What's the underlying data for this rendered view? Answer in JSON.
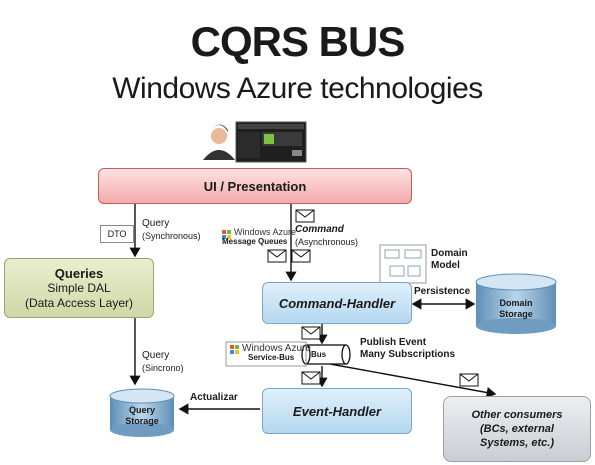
{
  "title": "CQRS BUS",
  "subtitle": "Windows Azure technologies",
  "nodes": {
    "ui": "UI / Presentation",
    "queries_title": "Queries",
    "queries_line1": "Simple DAL",
    "queries_line2": "(Data Access Layer)",
    "command_handler": "Command-Handler",
    "event_handler": "Event-Handler",
    "domain_storage_1": "Domain",
    "domain_storage_2": "Storage",
    "query_storage_1": "Query",
    "query_storage_2": "Storage",
    "other_1": "Other consumers",
    "other_2": "(BCs, external",
    "other_3": "Systems, etc.)",
    "bus": "Bus"
  },
  "labels": {
    "query_sync_1": "Query",
    "query_sync_2": "(Synchronous)",
    "dto": "DTO",
    "command_1": "Command",
    "command_2": "(Asynchronous)",
    "azure_1": "Windows Azure",
    "message_queues": "Message Queues",
    "domain_model_1": "Domain",
    "domain_model_2": "Model",
    "persistence": "Persistence",
    "azure_2": "Windows Azure",
    "service_bus": "Service-Bus",
    "publish_1": "Publish Event",
    "publish_2": "Many Subscriptions",
    "query_sinc_1": "Query",
    "query_sinc_2": "(Sincrono)",
    "actualizar": "Actualizar"
  },
  "icons": [
    "user-icon",
    "app-screenshot-icon",
    "envelope-icon",
    "windows-logo-icon",
    "domain-model-thumbnail-icon"
  ],
  "colors": {
    "ui": "#f4aaaa",
    "queries": "#cfd8a6",
    "handlers": "#b4d8f0",
    "storage": "#6fa0c4",
    "other": "#c9ced4"
  }
}
